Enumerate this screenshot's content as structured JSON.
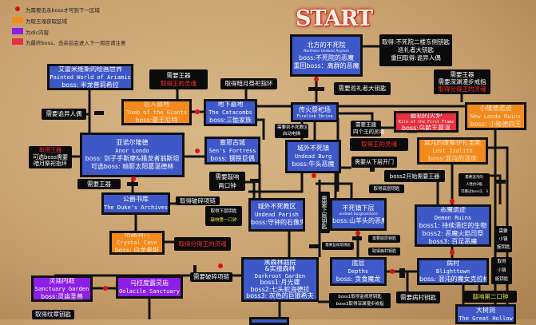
{
  "legend": [
    {
      "color": "#e01010",
      "shape": "dot",
      "label": "为需要击杀boss才可到下一区域"
    },
    {
      "color": "#f28a1e",
      "shape": "square",
      "label": "为取王魂获取区域"
    },
    {
      "color": "#8c1fe6",
      "shape": "square",
      "label": "为dlc内容"
    },
    {
      "color": "#e6313f",
      "shape": "square",
      "label": "为最终boss，击杀后会进入下一周目请注意"
    }
  ],
  "title": "START",
  "colors": {
    "area": "#3f58c8",
    "lord_soul_area": "#f28a1e",
    "dlc": "#8c1fe6",
    "final": "#e6313f",
    "note": "#0b0b0b"
  },
  "areas": {
    "asylum": {
      "cn": "北方的不死院",
      "en": "Northern Undead Asylum",
      "boss": "boss:不死院的恶魔",
      "boss2": "重回boss：离群的恶魔"
    },
    "firelink": {
      "cn": "传火祭祀场",
      "en": "Firelink Shrine"
    },
    "new_londo": {
      "cn": "小隆德遗迹",
      "en": "New Londo Ruins",
      "boss": "boss: 小隆德四王"
    },
    "kiln": {
      "cn": "最初的火炉",
      "en": "Kiln of the First Flame",
      "boss": "boss:乌薪王葛温"
    },
    "izalith": {
      "cn": "混沌的废都伊扎里斯",
      "en": "Lost Izalith",
      "boss": "boss:混沌的温床"
    },
    "burg": {
      "cn": "城外不死镇",
      "en": "Undead Burg",
      "boss": "boss:牛头恶魔"
    },
    "painted": {
      "cn": "艾雷米维斯的绘画世界",
      "en": "Painted World of Ariamis",
      "boss": "boss: 半龙普莉希拉"
    },
    "tomb": {
      "cn": "巨人墓地",
      "en": "Tomb of the Giants",
      "boss": "boss:墓王尼特"
    },
    "catacombs": {
      "cn": "地下墓地",
      "en": "The Catacombs",
      "boss": "boss:三骷家族"
    },
    "anor": {
      "cn": "亚诺尔隆德",
      "en": "Anor Londo",
      "boss": "boss: 剑子手斯摩&猎龙者翁斯坦",
      "boss2": "可选boss: 暗影太阳葛温德林"
    },
    "sens": {
      "cn": "塞恩古城",
      "en": "Sen's Fortress",
      "boss": "boss: 钢铁巨偶"
    },
    "archives": {
      "cn": "公爵书库",
      "en": "The Duke's Archives"
    },
    "crystal": {
      "cn": "结晶洞穴",
      "en": "Crystal Cave",
      "boss": "boss: 白龙希斯"
    },
    "parish": {
      "cn": "城外不死教区",
      "en": "Undead Parish",
      "boss": "boss:守钟的石像鬼"
    },
    "lower_burg": {
      "cn": "不死镇下层",
      "en": "undead burg(section)",
      "boss": "boss:山羊头的恶魔"
    },
    "demon_ruins": {
      "cn": "恶魔遗迹",
      "en": "Demon Ruins",
      "boss1": "boss1: 持续溃烂的生物",
      "boss2": "boss2: 恶魔火焰司祭",
      "boss3": "boss3: 百足恶魔"
    },
    "depths": {
      "cn": "底层",
      "en": "Depths",
      "boss": "boss: 贪食魔龙"
    },
    "blighttown": {
      "cn": "病村",
      "en": "Blighttown",
      "boss": "boss: 混沌的魔女克拉格"
    },
    "darkroot": {
      "cn": "黑森林庭院",
      "cn2": "&实撞森林",
      "en": "Darkroot Garden",
      "boss1": "boss1:月光蝶",
      "boss2": "boss2:七头蛇海德拉",
      "boss3": "boss3: 灰色的巨狼希夫"
    },
    "sanctuary": {
      "cn": "灵庙内庭",
      "en": "Sanctuary Garden",
      "boss": "boss:灵庙圣兽"
    },
    "oolacile": {
      "cn": "乌拉度露灵庙",
      "en": "Oolacile Sanctuary"
    },
    "hollow": {
      "cn": "大树洞",
      "en": "The Great Hollow"
    }
  },
  "notes": {
    "asylum_get": [
      "取得:不死院二楼东侧钥匙",
      "巡礼者大钥匙",
      "重回取得:诡异人偶"
    ],
    "need_big_key": "需要巡礼者大钥匙",
    "new_londo_need": [
      "需要王器",
      "需要深渊漫步戒指",
      "取得分得王的灵魂"
    ],
    "kiln_need": [
      "需要王器",
      "四个王的灵魂"
    ],
    "izalith_get": "取得王的灵魂",
    "parish_elevator": [
      "需要到不死教区",
      "启动电梯"
    ],
    "open_from_below": "需要从下层开门",
    "tomb_need": [
      "需要王器",
      "取得王的灵魂"
    ],
    "darkmoon_ring": "取得暗月祭祀指环",
    "need_doll": "需要诡异人偶",
    "anor_get": [
      "取得王器",
      "可选boss需要",
      "暗月祭祀指环"
    ],
    "two_bells": [
      "需要敲响",
      "两口钟"
    ],
    "need_lordvessel": "需要王器",
    "broken_pendant_get": "取得破碎项链",
    "lower_key_get": "取得下层钥匙",
    "first_bell": "敲响第一口钟",
    "need_lower_key": "需要下层钥匙",
    "basement_key_get": "取得底层钥匙",
    "boss2_need": "boss2开始需要王器",
    "chaos_skip": [
      "需要混沌的",
      "人性约2级",
      "可跳过boss2，3"
    ],
    "town_key_need": [
      "需要",
      "小镇",
      "旋钥匙"
    ],
    "watchtower_key_need": "需要监视塔钥匙",
    "basement_key_need": "需要底层钥匙",
    "blight_key_get": "取得病村钥匙",
    "blight_key_need": "需要病村钥匙",
    "town_key_get": [
      "取得",
      "小镇",
      "旋钥匙"
    ],
    "second_bell": "敲响第二口钟",
    "darkroot_get": [
      "boss1取得监视塔钥匙",
      "boss3取得深渊漫步戒指"
    ],
    "crystal_get": "取得分得王的灵魂",
    "need_pendant": "需要破碎项链",
    "crest_key": "取得纹章钥匙"
  }
}
